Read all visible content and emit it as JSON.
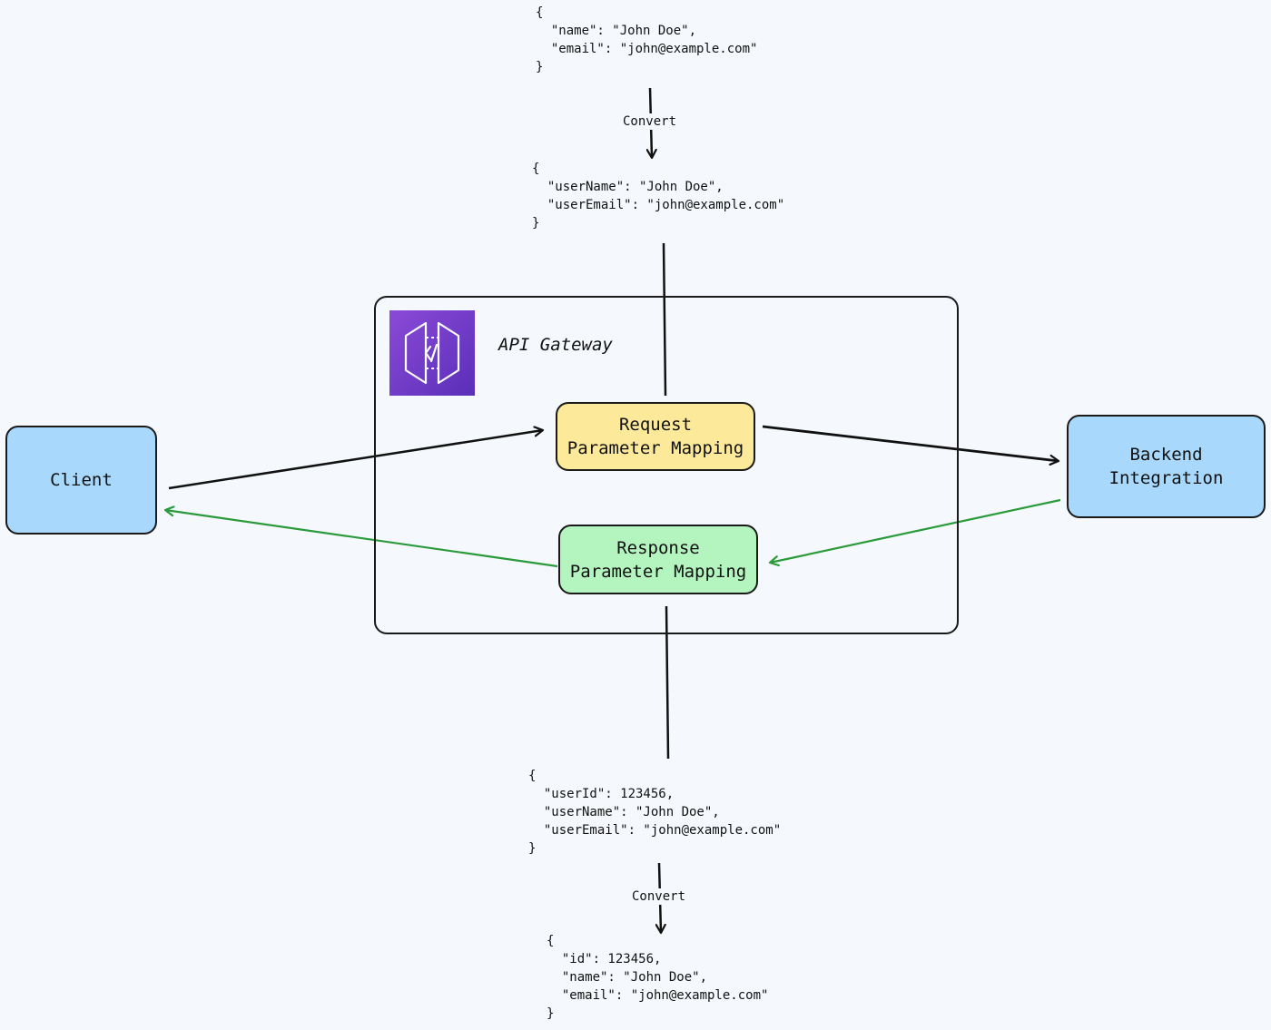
{
  "gateway": {
    "title": "API Gateway",
    "icon": "api-gateway-icon",
    "icon_color": "#7b3fd0"
  },
  "nodes": {
    "client": "Client",
    "backend": "Backend\nIntegration",
    "request_mapping": "Request\nParameter Mapping",
    "response_mapping": "Response\nParameter Mapping"
  },
  "colors": {
    "request_flow": "#111111",
    "response_flow": "#2a9a3a",
    "client_fill": "#a8d8fb",
    "backend_fill": "#a8d8fb",
    "request_fill": "#fde99a",
    "response_fill": "#b4f4bf"
  },
  "request_json": {
    "original": "{\n  \"name\": \"John Doe\",\n  \"email\": \"john@example.com\"\n}",
    "convert_label": "Convert",
    "mapped": "{\n  \"userName\": \"John Doe\",\n  \"userEmail\": \"john@example.com\"\n}"
  },
  "response_json": {
    "original": "{\n  \"userId\": 123456,\n  \"userName\": \"John Doe\",\n  \"userEmail\": \"john@example.com\"\n}",
    "convert_label": "Convert",
    "mapped": "{\n  \"id\": 123456,\n  \"name\": \"John Doe\",\n  \"email\": \"john@example.com\"\n}"
  }
}
